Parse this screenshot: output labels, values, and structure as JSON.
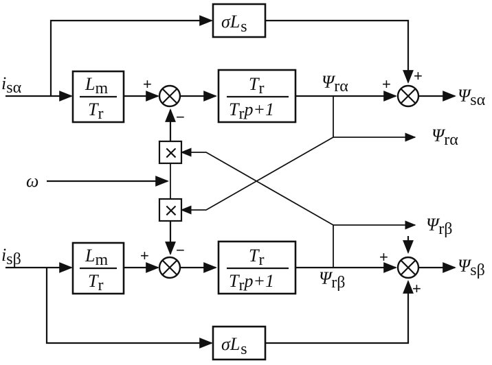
{
  "blocks": {
    "sigma_ls_top": "σL",
    "sigma_ls_top_sub": "s",
    "sigma_ls_bottom": "σL",
    "sigma_ls_bottom_sub": "s",
    "lm_over_tr_num": "L",
    "lm_over_tr_num_sub": "m",
    "lm_over_tr_den": "T",
    "lm_over_tr_den_sub": "r",
    "tf_num": "T",
    "tf_num_sub": "r",
    "tf_den_T": "T",
    "tf_den_sub": "r",
    "tf_den_rest": "p+1"
  },
  "inputs": {
    "i_s_alpha": "i",
    "i_s_alpha_sub": "sα",
    "i_s_beta": "i",
    "i_s_beta_sub": "sβ",
    "omega": "ω"
  },
  "signals": {
    "psi": "Ψ",
    "psi_r_alpha_sub": "rα",
    "psi_r_beta_sub": "rβ",
    "psi_s_alpha_sub": "sα",
    "psi_s_beta_sub": "sβ"
  },
  "signs": {
    "plus": "+",
    "minus": "−",
    "mult": "×"
  }
}
